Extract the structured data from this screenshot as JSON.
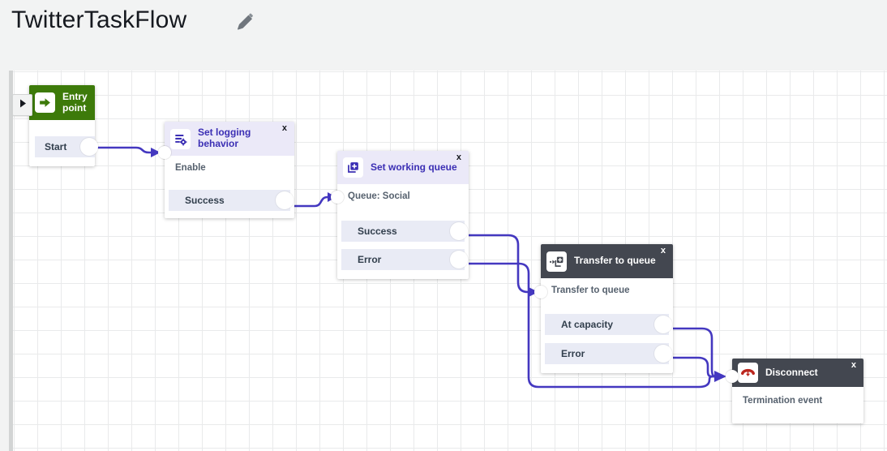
{
  "header": {
    "title": "TwitterTaskFlow"
  },
  "ui": {
    "close_label": "x"
  },
  "colors": {
    "page_bg": "#f2f3f3",
    "entry_green": "#3d7a0a",
    "accent_indigo": "#3b2fb4",
    "connector": "#4438c0",
    "dark_header": "#434750",
    "lavender_header": "#ebe9f8",
    "row_bg": "#e9ebf5",
    "disconnect_red": "#bb271f"
  },
  "blocks": [
    {
      "title": "Entry point",
      "rows": [
        {
          "label": "Start"
        }
      ]
    },
    {
      "title": "Set logging behavior",
      "body": "Enable",
      "rows": [
        {
          "label": "Success"
        }
      ]
    },
    {
      "title": "Set working queue",
      "body": "Queue: Social",
      "rows": [
        {
          "label": "Success"
        },
        {
          "label": "Error"
        }
      ]
    },
    {
      "title": "Transfer to queue",
      "body": "Transfer to queue",
      "rows": [
        {
          "label": "At capacity"
        },
        {
          "label": "Error"
        }
      ]
    },
    {
      "title": "Disconnect",
      "body": "Termination event",
      "rows": []
    }
  ],
  "connections": [
    {
      "from": "Entry point / Start",
      "to": "Set logging behavior"
    },
    {
      "from": "Set logging behavior / Success",
      "to": "Set working queue"
    },
    {
      "from": "Set working queue / Success",
      "to": "Transfer to queue"
    },
    {
      "from": "Set working queue / Error",
      "to": "Disconnect"
    },
    {
      "from": "Transfer to queue / At capacity",
      "to": "Disconnect"
    },
    {
      "from": "Transfer to queue / Error",
      "to": "Disconnect"
    }
  ]
}
